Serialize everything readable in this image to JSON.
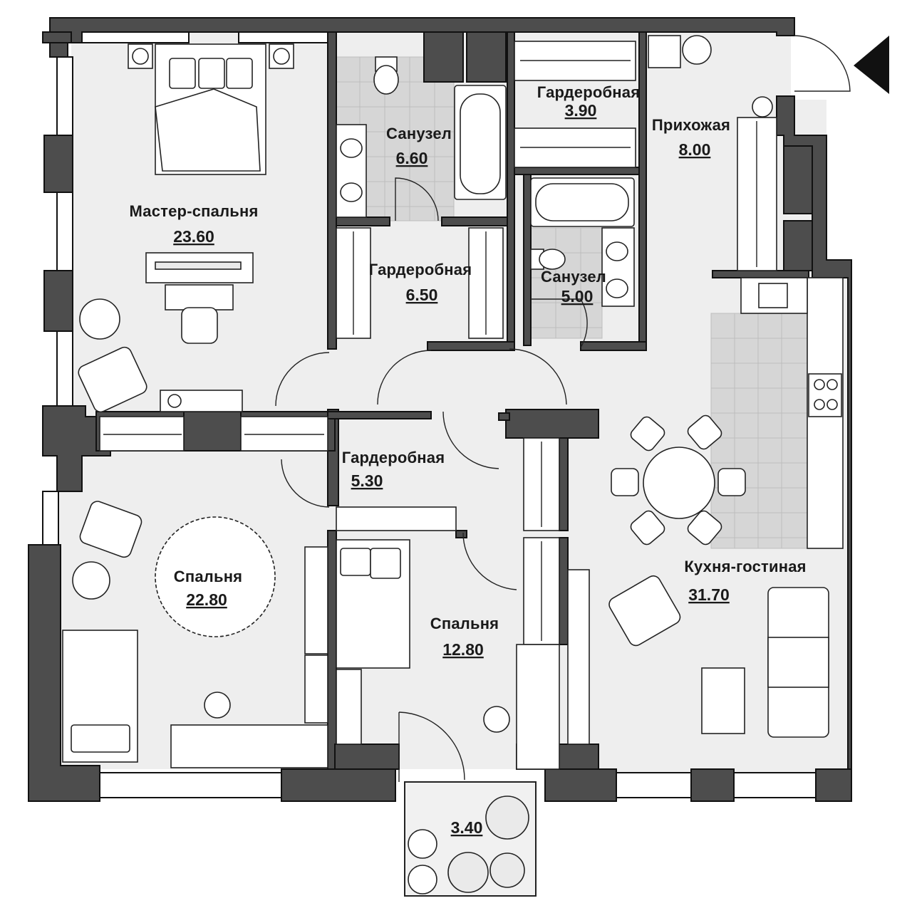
{
  "plan": {
    "colors": {
      "wall": "#4d4d4d",
      "floor": "#eeeeee",
      "tile": "#d6d6d6",
      "line": "#111111"
    },
    "rooms": [
      {
        "id": "master-bedroom",
        "name": "Мастер-спальня",
        "area": "23.60"
      },
      {
        "id": "bathroom-1",
        "name": "Санузел",
        "area": "6.60"
      },
      {
        "id": "wardrobe-1",
        "name": "Гардеробная",
        "area": "3.90"
      },
      {
        "id": "hallway",
        "name": "Прихожая",
        "area": "8.00"
      },
      {
        "id": "wardrobe-2",
        "name": "Гардеробная",
        "area": "6.50"
      },
      {
        "id": "bathroom-2",
        "name": "Санузел",
        "area": "5.00"
      },
      {
        "id": "wardrobe-3",
        "name": "Гардеробная",
        "area": "5.30"
      },
      {
        "id": "bedroom-1",
        "name": "Спальня",
        "area": "22.80"
      },
      {
        "id": "bedroom-2",
        "name": "Спальня",
        "area": "12.80"
      },
      {
        "id": "kitchen-living",
        "name": "Кухня-гостиная",
        "area": "31.70"
      },
      {
        "id": "balcony",
        "name": "",
        "area": "3.40"
      }
    ],
    "entrance_marker": "arrow-left-icon"
  }
}
